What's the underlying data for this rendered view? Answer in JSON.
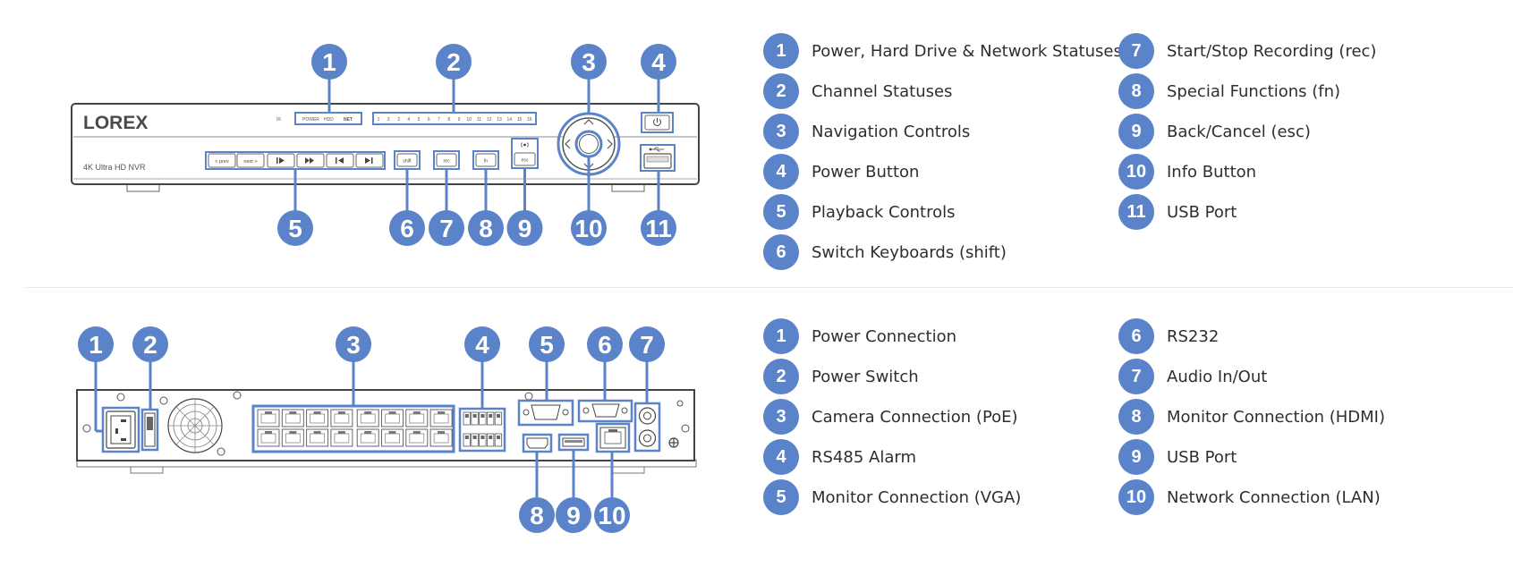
{
  "colors": {
    "accent": "#5b83c9",
    "outline": "#555555",
    "divider": "#e6e6e6"
  },
  "front_panel": {
    "brand": "LOREX",
    "model_label": "4K Ultra HD NVR",
    "status_leds": [
      "POWER",
      "HDD",
      "NET"
    ],
    "channel_numbers": [
      "1",
      "2",
      "3",
      "4",
      "5",
      "6",
      "7",
      "8",
      "9",
      "10",
      "11",
      "12",
      "13",
      "14",
      "15",
      "16"
    ],
    "buttons": {
      "prev": "< prev",
      "next": "next >",
      "shift": "shift",
      "rec": "rec",
      "fn": "fn",
      "esc": "esc"
    },
    "icons": [
      "power-icon",
      "usb-icon",
      "play-pause-icon",
      "fast-forward-icon",
      "skip-back-icon",
      "skip-forward-icon",
      "info-icon"
    ],
    "callouts": [
      "1",
      "2",
      "3",
      "4",
      "5",
      "6",
      "7",
      "8",
      "9",
      "10",
      "11"
    ],
    "legend": [
      {
        "num": "1",
        "label": "Power, Hard Drive & Network Statuses"
      },
      {
        "num": "2",
        "label": "Channel Statuses"
      },
      {
        "num": "3",
        "label": "Navigation Controls"
      },
      {
        "num": "4",
        "label": "Power Button"
      },
      {
        "num": "5",
        "label": "Playback Controls"
      },
      {
        "num": "6",
        "label": "Switch Keyboards (shift)"
      },
      {
        "num": "7",
        "label": "Start/Stop Recording (rec)"
      },
      {
        "num": "8",
        "label": "Special Functions (fn)"
      },
      {
        "num": "9",
        "label": "Back/Cancel (esc)"
      },
      {
        "num": "10",
        "label": "Info Button"
      },
      {
        "num": "11",
        "label": "USB Port"
      }
    ]
  },
  "back_panel": {
    "callouts": [
      "1",
      "2",
      "3",
      "4",
      "5",
      "6",
      "7",
      "8",
      "9",
      "10"
    ],
    "legend": [
      {
        "num": "1",
        "label": "Power Connection"
      },
      {
        "num": "2",
        "label": "Power Switch"
      },
      {
        "num": "3",
        "label": "Camera Connection (PoE)"
      },
      {
        "num": "4",
        "label": "RS485 Alarm"
      },
      {
        "num": "5",
        "label": "Monitor Connection (VGA)"
      },
      {
        "num": "6",
        "label": "RS232"
      },
      {
        "num": "7",
        "label": "Audio In/Out"
      },
      {
        "num": "8",
        "label": "Monitor Connection (HDMI)"
      },
      {
        "num": "9",
        "label": "USB Port"
      },
      {
        "num": "10",
        "label": "Network Connection (LAN)"
      }
    ]
  }
}
